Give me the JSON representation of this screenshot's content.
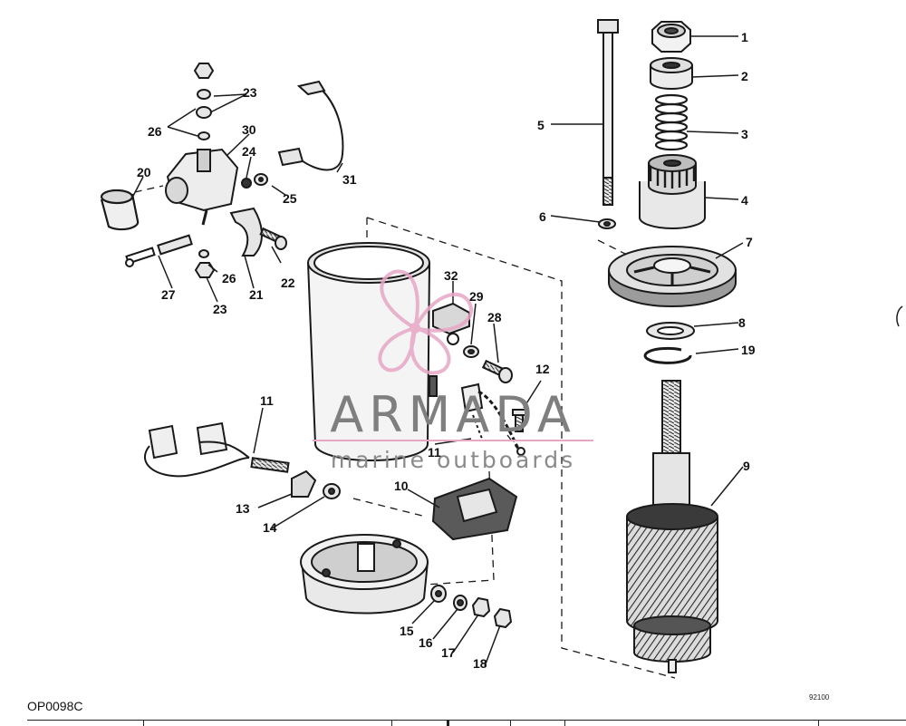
{
  "diagram": {
    "doc_code": "OP0098C",
    "small_code": "92100",
    "watermark": {
      "brand": "ARMADA",
      "tagline": "marine outboards",
      "logo_color": "#e7a6c6"
    },
    "part_labels": [
      "1",
      "2",
      "3",
      "4",
      "5",
      "6",
      "7",
      "8",
      "9",
      "10",
      "11",
      "11",
      "12",
      "13",
      "14",
      "15",
      "16",
      "17",
      "18",
      "19",
      "20",
      "21",
      "22",
      "23",
      "23",
      "24",
      "25",
      "26",
      "26",
      "27",
      "28",
      "29",
      "30",
      "31",
      "32"
    ],
    "colors": {
      "line": "#1a1a1a",
      "fill_light": "#f2f2f2",
      "fill_mid": "#cfcfcf",
      "fill_dark": "#4a4a4a"
    }
  }
}
